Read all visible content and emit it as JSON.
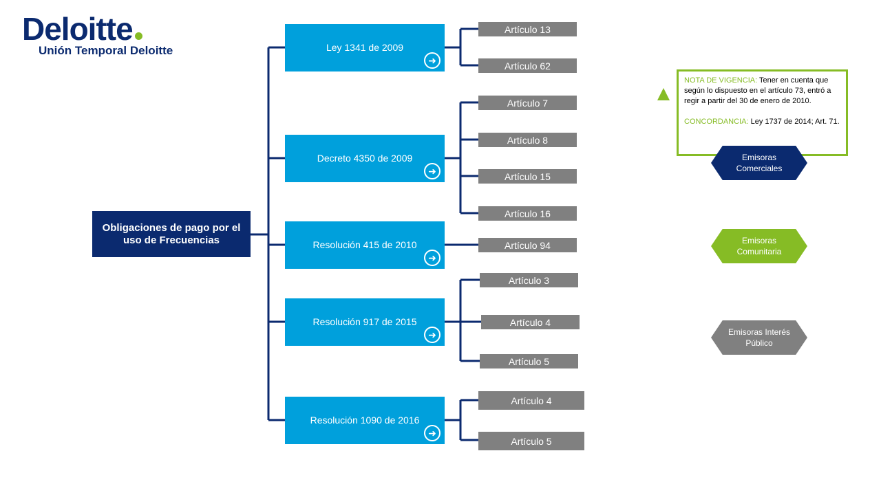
{
  "brand": {
    "logo_text": "Deloitte",
    "subtitle": "Unión Temporal Deloitte"
  },
  "root": {
    "label": "Obligaciones de pago por el uso de Frecuencias"
  },
  "norms": [
    {
      "label": "Ley 1341 de 2009",
      "articles": [
        "Artículo 13",
        "Artículo 62"
      ]
    },
    {
      "label": "Decreto 4350 de 2009",
      "articles": [
        "Artículo 7",
        "Artículo 8",
        "Artículo 15",
        "Artículo 16"
      ]
    },
    {
      "label": "Resolución 415 de 2010",
      "articles": [
        "Artículo 94"
      ]
    },
    {
      "label": "Resolución 917 de 2015",
      "articles": [
        "Artículo 3",
        "Artículo 4",
        "Artículo 5"
      ]
    },
    {
      "label": "Resolución 1090 de 2016",
      "articles": [
        "Artículo 4",
        "Artículo 5"
      ]
    }
  ],
  "note": {
    "vigencia_title": "NOTA DE VIGENCIA:",
    "vigencia_text": "Tener en cuenta que según lo dispuesto en el artículo 73, entró a regir a partir del 30 de enero de 2010.",
    "concordancia_title": "CONCORDANCIA:",
    "concordancia_text": "Ley 1737 de 2014; Art. 71."
  },
  "categories": [
    {
      "label": "Emisoras Comerciales",
      "color": "#0b2a6f"
    },
    {
      "label": "Emisoras Comunitaria",
      "color": "#86bc25"
    },
    {
      "label": "Emisoras Interés Público",
      "color": "#808080"
    }
  ],
  "colors": {
    "navy": "#0b2a6f",
    "blue": "#00a0dc",
    "gray": "#808080",
    "green": "#86bc25"
  }
}
